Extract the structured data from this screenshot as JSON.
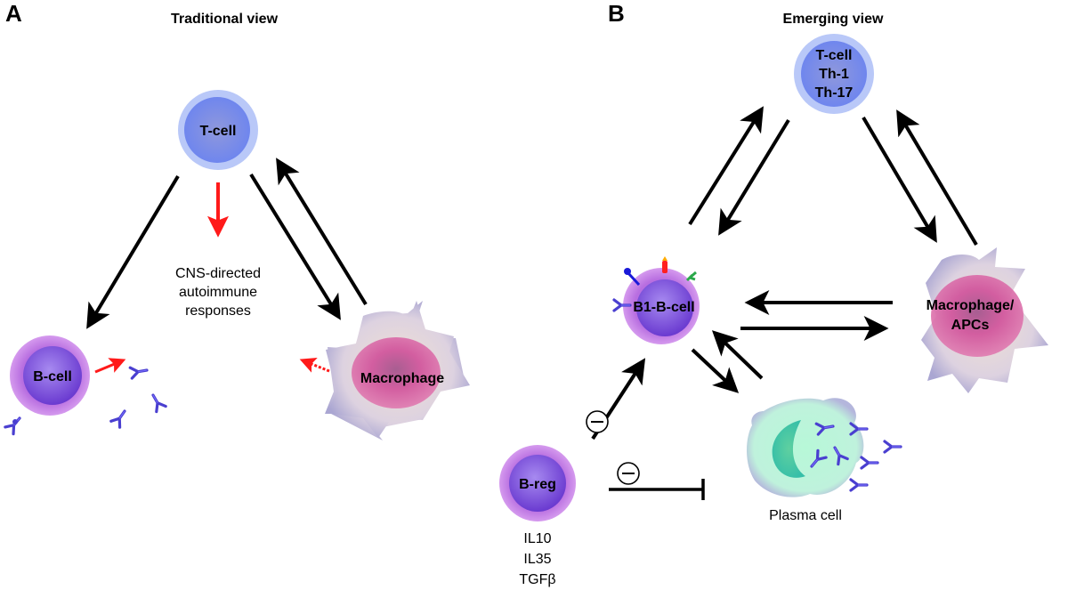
{
  "panels": {
    "a": {
      "letter": "A",
      "title": "Traditional view",
      "t_cell": "T-cell",
      "b_cell": "B-cell",
      "macrophage": "Macrophage",
      "cns_line1": "CNS-directed",
      "cns_line2": "autoimmune",
      "cns_line3": "responses"
    },
    "b": {
      "letter": "B",
      "title": "Emerging view",
      "t_cell_line1": "T-cell",
      "t_cell_line2": "Th-1",
      "t_cell_line3": "Th-17",
      "b1_cell": "B1-B-cell",
      "macrophage_line1": "Macrophage/",
      "macrophage_line2": "APCs",
      "b_reg": "B-reg",
      "cytokines": [
        "IL10",
        "IL35",
        "TGFβ"
      ],
      "plasma_cell": "Plasma cell",
      "inhibit_symbol": "−"
    }
  },
  "colors": {
    "t_cell_outer": "#b9c8f8",
    "t_cell_inner": "#6f86ee",
    "b_cell_outer": "#c77fe0",
    "b_cell_inner": "#7a4ad8",
    "macrophage_body": "#d8d0e0",
    "macrophage_nucleus": "#d04a92",
    "plasma_body": "#b8f3d4",
    "plasma_nucleus": "#3fc6a8",
    "antibody": "#4a3fd0",
    "red_arrow": "#ff1a1a",
    "black_arrow": "#000000"
  }
}
